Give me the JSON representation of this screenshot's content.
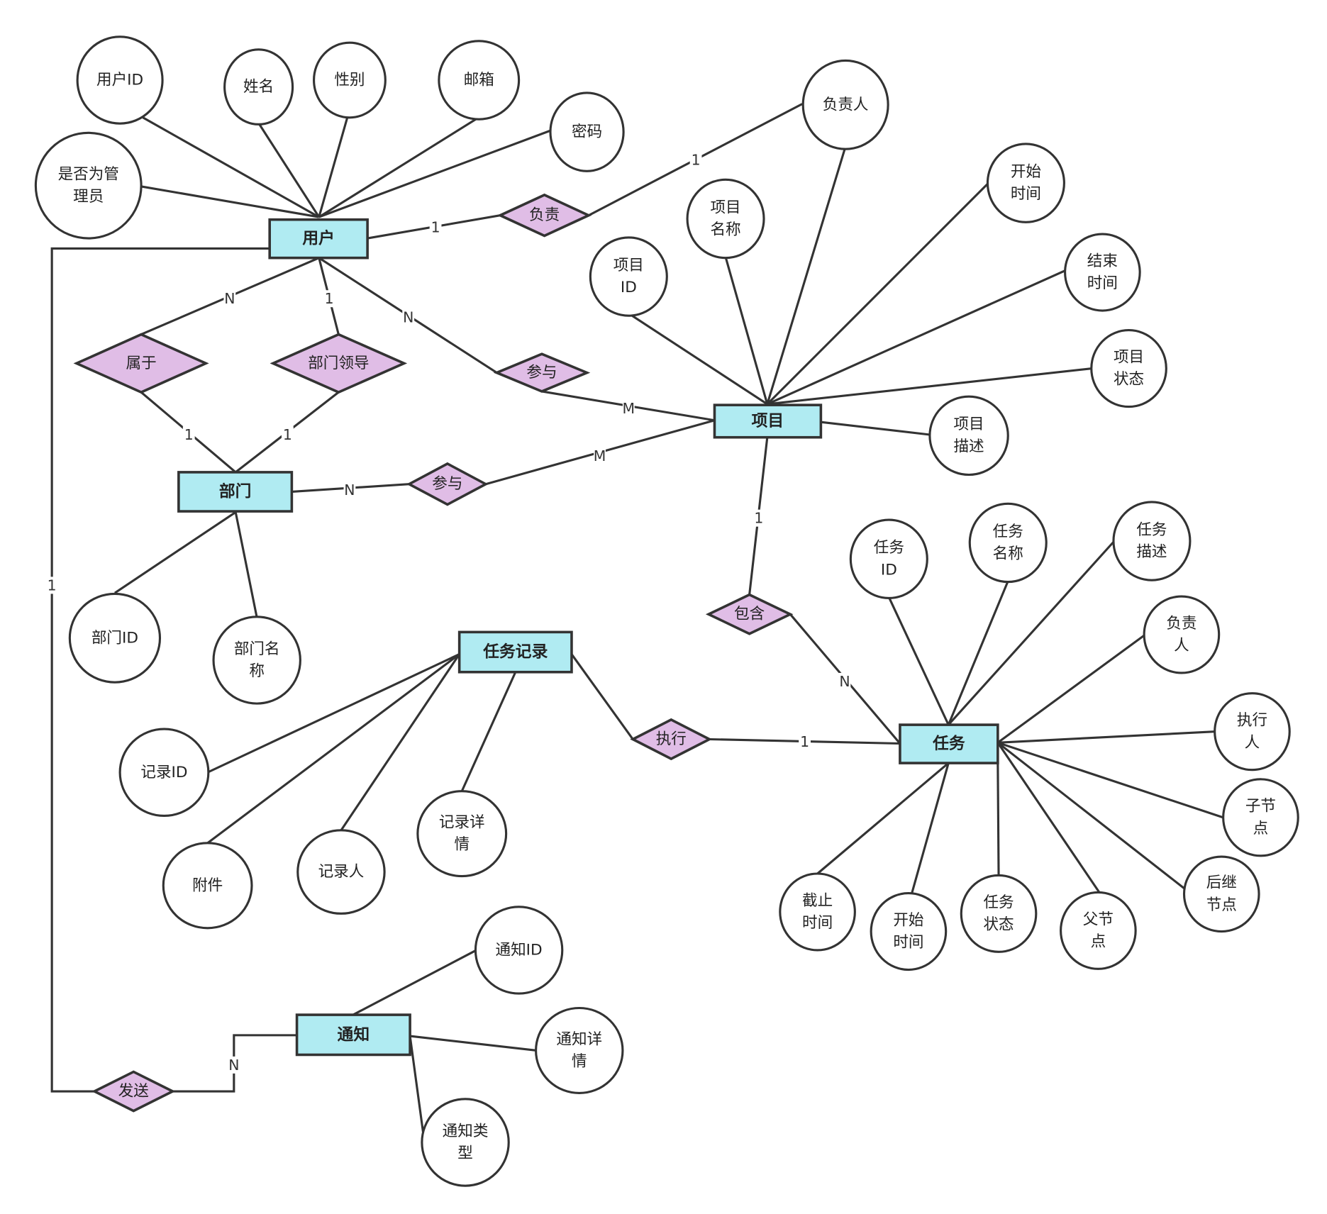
{
  "title": "ER Diagram",
  "colors": {
    "entity_fill": "#b0ebf2",
    "relationship_fill": "#e0bde6",
    "attribute_fill": "#ffffff",
    "stroke": "#333333"
  },
  "entities": {
    "user": "用户",
    "project": "项目",
    "department": "部门",
    "task": "任务",
    "task_record": "任务记录",
    "notification": "通知"
  },
  "relationships": {
    "responsible": "负责",
    "belongs": "属于",
    "dept_leader": "部门领导",
    "participate_user": "参与",
    "participate_dept": "参与",
    "contains": "包含",
    "execute": "执行",
    "send": "发送"
  },
  "attributes": {
    "user": [
      [
        "用户ID"
      ],
      [
        "姓名"
      ],
      [
        "性别"
      ],
      [
        "邮箱"
      ],
      [
        "密码"
      ],
      [
        "是否为管",
        "理员"
      ]
    ],
    "project": [
      [
        "负责人"
      ],
      [
        "项目",
        "名称"
      ],
      [
        "项目",
        "ID"
      ],
      [
        "开始",
        "时间"
      ],
      [
        "结束",
        "时间"
      ],
      [
        "项目",
        "状态"
      ],
      [
        "项目",
        "描述"
      ]
    ],
    "department": [
      [
        "部门ID"
      ],
      [
        "部门名",
        "称"
      ]
    ],
    "task": [
      [
        "任务",
        "ID"
      ],
      [
        "任务",
        "名称"
      ],
      [
        "任务",
        "描述"
      ],
      [
        "负责",
        "人"
      ],
      [
        "执行",
        "人"
      ],
      [
        "子节",
        "点"
      ],
      [
        "后继",
        "节点"
      ],
      [
        "截止",
        "时间"
      ],
      [
        "开始",
        "时间"
      ],
      [
        "任务",
        "状态"
      ],
      [
        "父节",
        "点"
      ]
    ],
    "task_record": [
      [
        "记录ID"
      ],
      [
        "附件"
      ],
      [
        "记录人"
      ],
      [
        "记录详",
        "情"
      ]
    ],
    "notification": [
      [
        "通知ID"
      ],
      [
        "通知详",
        "情"
      ],
      [
        "通知类",
        "型"
      ]
    ]
  },
  "cardinalities": {
    "user_responsible": "1",
    "responsible_project": "1",
    "user_belongs": "N",
    "belongs_dept": "1",
    "user_leader": "1",
    "leader_dept": "1",
    "user_participate": "N",
    "participate_project": "M",
    "dept_participate": "N",
    "participate2_project": "M",
    "project_contains": "1",
    "contains_task": "N",
    "execute_task": "1",
    "user_send": "1",
    "send_notification": "N"
  }
}
